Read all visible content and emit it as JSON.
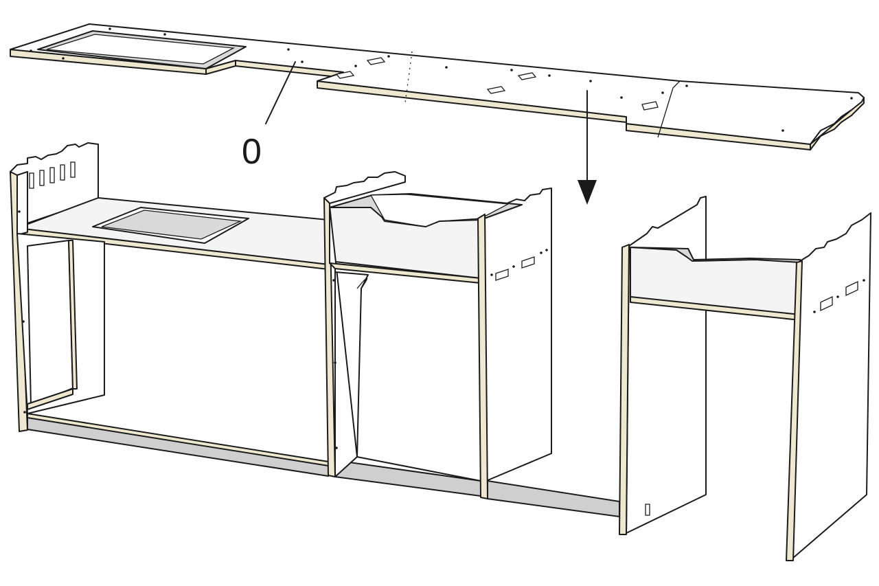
{
  "diagram": {
    "callout_label": "0",
    "parts": {
      "worktop": "worktop-panel",
      "left_unit": "sink-frame-unit",
      "middle_unit": "middle-cabinet-unit",
      "right_unit": "right-cabinet-unit",
      "plinth": "plinth-rail"
    },
    "arrow_direction": "down",
    "colors": {
      "outline": "#1a1a1a",
      "panel_face": "#ffffff",
      "plywood_edge": "#ede8cf",
      "shadow": "#d9d9d9"
    }
  }
}
